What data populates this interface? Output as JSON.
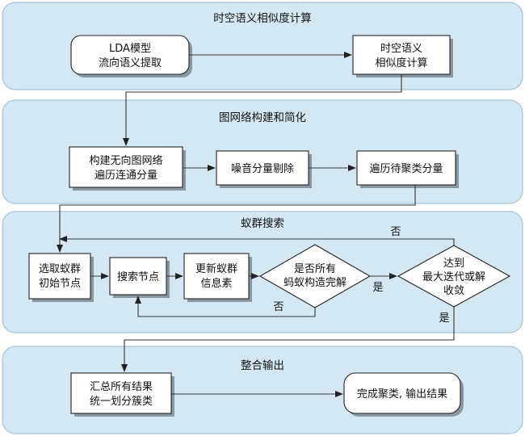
{
  "panels": {
    "p1": "时空语义相似度计算",
    "p2": "图网络构建和简化",
    "p3": "蚁群搜索",
    "p4": "整合输出"
  },
  "boxes": {
    "lda": [
      "LDA模型",
      "流向语义提取"
    ],
    "sim": [
      "时空语义",
      "相似度计算"
    ],
    "build": [
      "构建无向图网络",
      "遍历连通分量"
    ],
    "noise": "噪音分量剔除",
    "traverse": "遍历待聚类分量",
    "select": [
      "选取蚁群",
      "初始节点"
    ],
    "search": "搜索节点",
    "update": [
      "更新蚁群",
      "信息素"
    ],
    "diamond1": [
      "是否所有",
      "蚂蚁构造完解"
    ],
    "diamond2": [
      "达到",
      "最大迭代或解",
      "收敛"
    ],
    "summary": [
      "汇总所有结果",
      "统一划分簇类"
    ],
    "finish": "完成聚类, 输出结果"
  },
  "edge_labels": {
    "d1_no": "否",
    "d1_yes": "是",
    "d2_no": "否",
    "d2_yes": "是"
  }
}
